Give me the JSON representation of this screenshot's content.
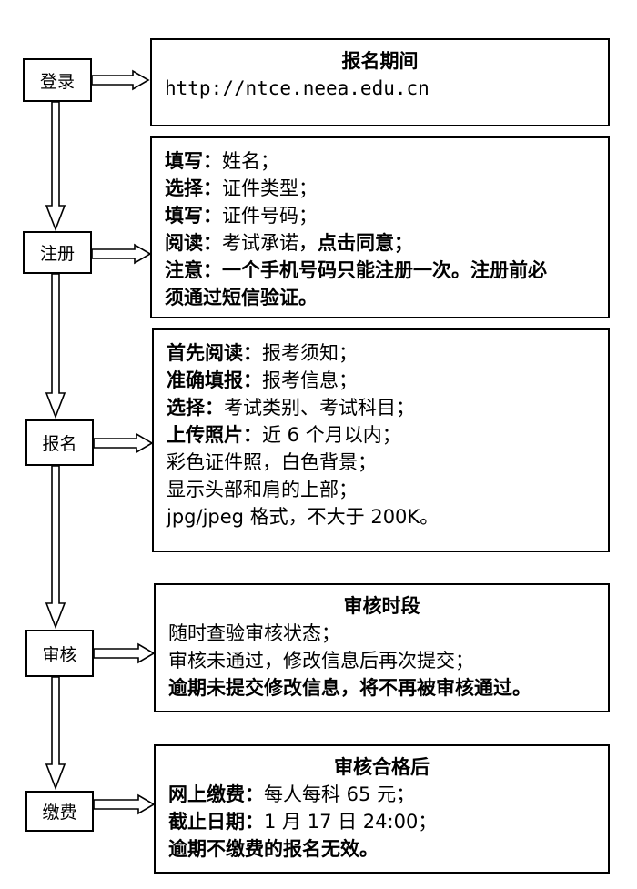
{
  "steps": {
    "login": "登录",
    "register": "注册",
    "apply": "报名",
    "review": "审核",
    "payment": "缴费"
  },
  "login_panel": {
    "title": "报名期间",
    "url": "http://ntce.neea.edu.cn"
  },
  "register_panel": {
    "l1_label": "填写：",
    "l1_text": "姓名；",
    "l2_label": "选择：",
    "l2_text": "证件类型；",
    "l3_label": "填写：",
    "l3_text": "证件号码；",
    "l4_label": "阅读：",
    "l4_text": "考试承诺，",
    "l4_bold": "点击同意；",
    "l5": "注意：一个手机号码只能注册一次。注册前必",
    "l6": "须通过短信验证。"
  },
  "apply_panel": {
    "l1_label": "首先阅读：",
    "l1_text": "报考须知；",
    "l2_label": "准确填报：",
    "l2_text": "报考信息；",
    "l3_label": "选择：",
    "l3_text": "考试类别、考试科目；",
    "l4_label": "上传照片：",
    "l4_text": "近 6 个月以内；",
    "l5": "彩色证件照，白色背景；",
    "l6": "显示头部和肩的上部；",
    "l7": "jpg/jpeg 格式，不大于 200K。"
  },
  "review_panel": {
    "title": "审核时段",
    "l1": "随时查验审核状态；",
    "l2": "审核未通过，修改信息后再次提交；",
    "l3": "逾期未提交修改信息，将不再被审核通过。"
  },
  "payment_panel": {
    "title": "审核合格后",
    "l1_label": "网上缴费：",
    "l1_text": "每人每科 65 元；",
    "l2_label": "截止日期：",
    "l2_text": "1 月 17 日 24:00；",
    "l3": "逾期不缴费的报名无效。"
  }
}
